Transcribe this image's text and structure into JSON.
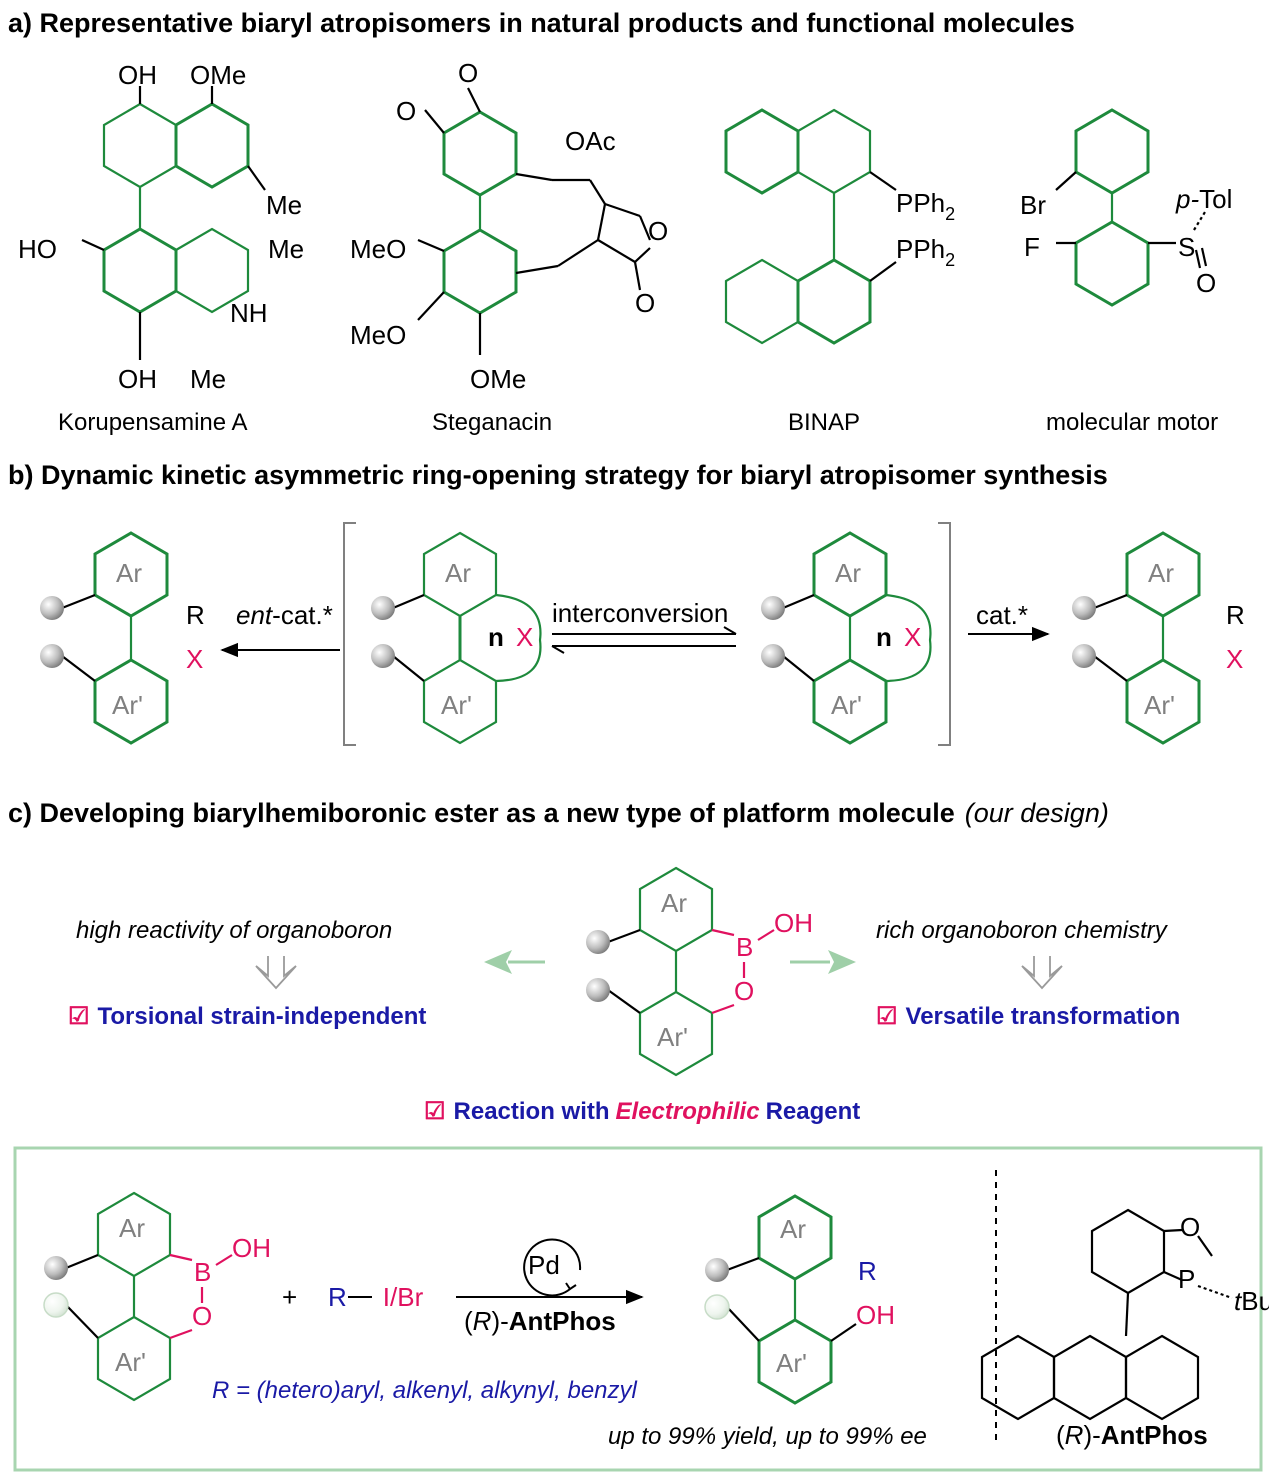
{
  "panel_a": {
    "title": "a) Representative biaryl atropisomers in natural products and functional molecules",
    "molecules": [
      {
        "name": "Korupensamine A",
        "labels": [
          "OH",
          "OMe",
          "Me",
          "HO",
          "Me",
          "NH",
          "OH",
          "Me"
        ]
      },
      {
        "name": "Steganacin",
        "labels": [
          "O",
          "O",
          "OAc",
          "O",
          "O",
          "MeO",
          "MeO",
          "OMe"
        ]
      },
      {
        "name": "BINAP",
        "labels": [
          "PPh",
          "2",
          "PPh",
          "2"
        ]
      },
      {
        "name": "molecular motor",
        "labels": [
          "Br",
          "p-",
          "Tol",
          "F",
          "S",
          "O"
        ]
      }
    ]
  },
  "panel_b": {
    "title": "b) Dynamic kinetic asymmetric ring-opening strategy for biaryl atropisomer synthesis",
    "ar": "Ar",
    "ar_prime": "Ar'",
    "r": "R",
    "x": "X",
    "n": "n",
    "ent_cat_italic": "ent",
    "ent_cat_rest": "-cat.*",
    "cat": "cat.*",
    "interconversion": "interconversion"
  },
  "panel_c": {
    "title": "c) Developing biarylhemiboronic ester as a new type of platform molecule",
    "title_italic": "(our design)",
    "left_text": "high reactivity of organoboron",
    "right_text": "rich organoboron chemistry",
    "check": "☑",
    "left_feature": "Torsional strain-independent",
    "right_feature": "Versatile transformation",
    "center_pre": "Reaction with",
    "center_italic": "Electrophilic",
    "center_post": "Reagent",
    "oh": "OH",
    "b": "B",
    "o": "O"
  },
  "reaction_box": {
    "plus": "+",
    "r": "R",
    "halide": "I/Br",
    "pd": "Pd",
    "ligand_open": "(",
    "ligand_r": "R",
    "ligand_close": ")-",
    "ligand_name": "AntPhos",
    "r_scope": "R = (hetero)aryl, alkenyl, alkynyl, benzyl",
    "yield": "up to 99% yield, up to 99% ee",
    "product_oh": "OH",
    "p": "P",
    "t": "t",
    "bu": "Bu",
    "o": "O"
  },
  "colors": {
    "green": "#1e8a3c",
    "light_green": "#9fcfa8",
    "box_border": "#a8d5b0",
    "magenta": "#e0115f",
    "blue": "#1a1aa6",
    "grey": "#808080"
  }
}
